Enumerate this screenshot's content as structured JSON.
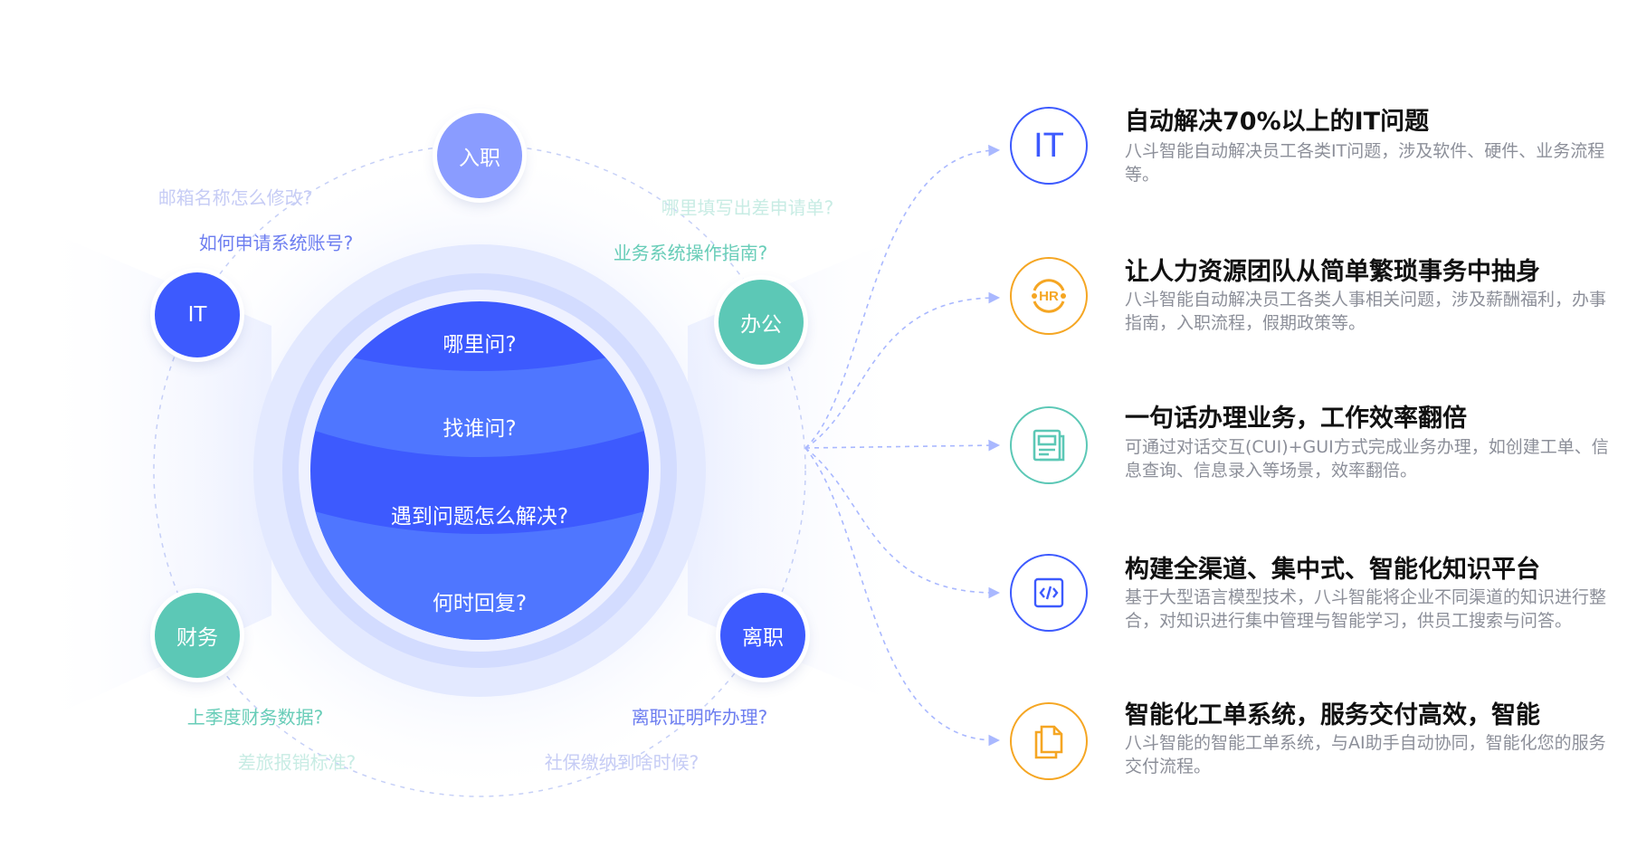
{
  "globe": {
    "bands": [
      "哪里问?",
      "找谁问?",
      "遇到问题怎么解决?",
      "何时回复?"
    ]
  },
  "nodes": [
    {
      "key": "onboarding",
      "label": "入职",
      "color": "#8a9cff"
    },
    {
      "key": "it",
      "label": "IT",
      "color": "#3d5afe"
    },
    {
      "key": "office",
      "label": "办公",
      "color": "#5cc8b6"
    },
    {
      "key": "finance",
      "label": "财务",
      "color": "#5cc8b6"
    },
    {
      "key": "offboarding",
      "label": "离职",
      "color": "#3d5afe"
    }
  ],
  "questions": [
    {
      "text": "邮箱名称怎么修改?",
      "color": "#c6ccf5"
    },
    {
      "text": "如何申请系统账号?",
      "color": "#6d7ef0"
    },
    {
      "text": "哪里填写出差申请单?",
      "color": "#c8ece4"
    },
    {
      "text": "业务系统操作指南?",
      "color": "#68cdb8"
    },
    {
      "text": "上季度财务数据?",
      "color": "#68cdb8"
    },
    {
      "text": "差旅报销标准?",
      "color": "#c8ece4"
    },
    {
      "text": "离职证明咋办理?",
      "color": "#6d7ef0"
    },
    {
      "text": "社保缴纳到啥时候?",
      "color": "#c6ccf5"
    }
  ],
  "features": [
    {
      "icon": "it",
      "icon_text": "IT",
      "color": "#3d5afe",
      "title": "自动解决70%以上的IT问题",
      "desc": "八斗智能自动解决员工各类IT问题，涉及软件、硬件、业务流程等。"
    },
    {
      "icon": "hr",
      "icon_text": "HR",
      "color": "#f5a623",
      "title": "让人力资源团队从简单繁琐事务中抽身",
      "desc": "八斗智能自动解决员工各类人事相关问题，涉及薪酬福利，办事指南，入职流程，假期政策等。"
    },
    {
      "icon": "form",
      "icon_text": "",
      "color": "#5cc8b6",
      "title": "一句话办理业务，工作效率翻倍",
      "desc": "可通过对话交互(CUI)+GUI方式完成业务办理，如创建工单、信息查询、信息录入等场景，效率翻倍。"
    },
    {
      "icon": "code",
      "icon_text": "",
      "color": "#3d5afe",
      "title": "构建全渠道、集中式、智能化知识平台",
      "desc": "基于大型语言模型技术，八斗智能将企业不同渠道的知识进行整合，对知识进行集中管理与智能学习，供员工搜索与问答。"
    },
    {
      "icon": "docs",
      "icon_text": "",
      "color": "#f5a623",
      "title": "智能化工单系统，服务交付高效，智能",
      "desc": "八斗智能的智能工单系统，与AI助手自动协同，智能化您的服务交付流程。"
    }
  ]
}
